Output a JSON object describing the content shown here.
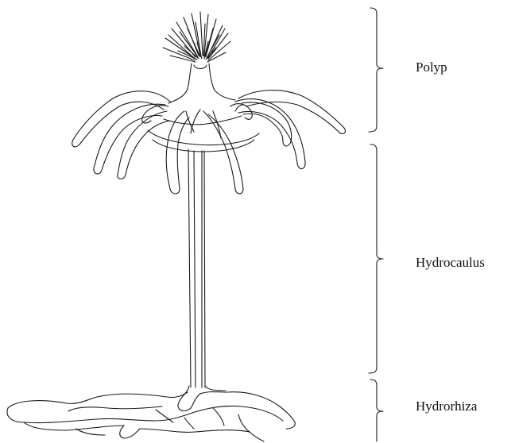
{
  "labels": {
    "polyp": "Polyp",
    "hydrocaulus": "Hydrocaulus",
    "hydrorhiza": "Hydrorhiza"
  },
  "colors": {
    "line": "#1a1a1a",
    "background": "#ffffff"
  }
}
